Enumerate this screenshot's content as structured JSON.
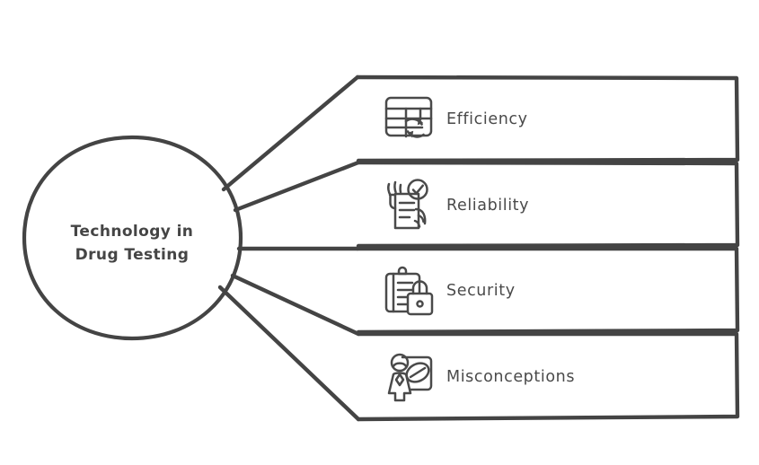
{
  "diagram": {
    "type": "mind-map-bracket",
    "stroke_color": "#444444",
    "text_color": "#4a4a4a",
    "background_color": "#ffffff",
    "center": {
      "label_line_1": "Technology in",
      "label_line_2": "Drug Testing",
      "shape": "circle"
    },
    "branches": [
      {
        "label": "Efficiency",
        "icon": "table-refresh-icon"
      },
      {
        "label": "Reliability",
        "icon": "document-check-hand-icon"
      },
      {
        "label": "Security",
        "icon": "clipboard-lock-icon"
      },
      {
        "label": "Misconceptions",
        "icon": "person-pill-crossed-icon"
      }
    ]
  }
}
